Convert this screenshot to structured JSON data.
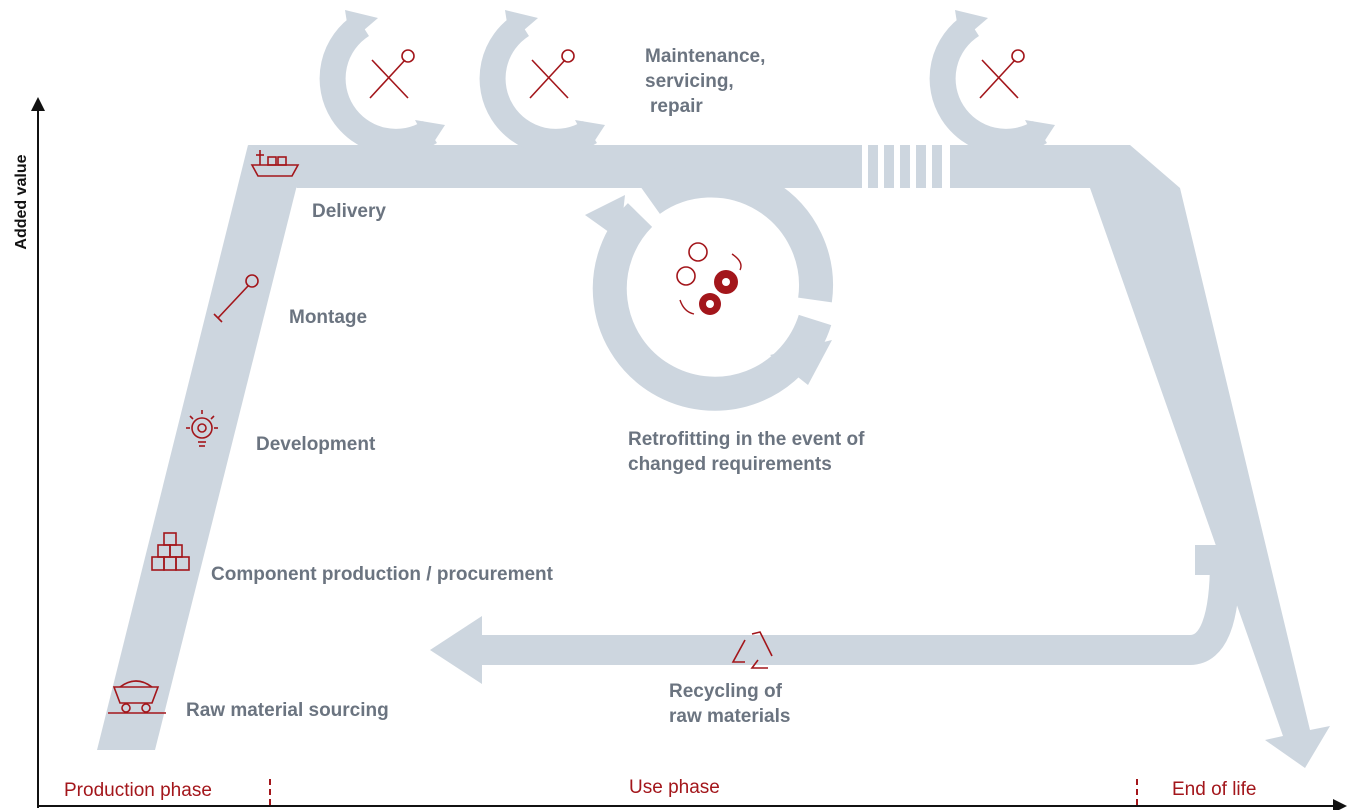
{
  "axes": {
    "y_label": "Added value"
  },
  "phases": {
    "production": "Production phase",
    "use": "Use phase",
    "end": "End of life"
  },
  "stages": {
    "delivery": "Delivery",
    "montage": "Montage",
    "development": "Development",
    "component": "Component production / procurement",
    "raw": "Raw material sourcing"
  },
  "loops": {
    "maintenance_line1": "Maintenance,",
    "maintenance_line2": "servicing,",
    "maintenance_line3": "repair",
    "retrofit_line1": "Retrofitting in the event of",
    "retrofit_line2": "changed requirements",
    "recycle_line1": "Recycling of",
    "recycle_line2": "raw materials"
  },
  "icons": {
    "delivery": "cargo-ship-icon",
    "montage": "wrench-icon",
    "development": "lightbulb-gear-icon",
    "component": "stacked-boxes-icon",
    "raw": "mine-cart-icon",
    "maintenance": "tools-icon",
    "retrofit": "gears-icon",
    "recycle": "recycle-icon"
  },
  "colors": {
    "band": "#cdd6df",
    "accent": "#a3161b",
    "text": "#6b7480",
    "axis": "#111111"
  }
}
